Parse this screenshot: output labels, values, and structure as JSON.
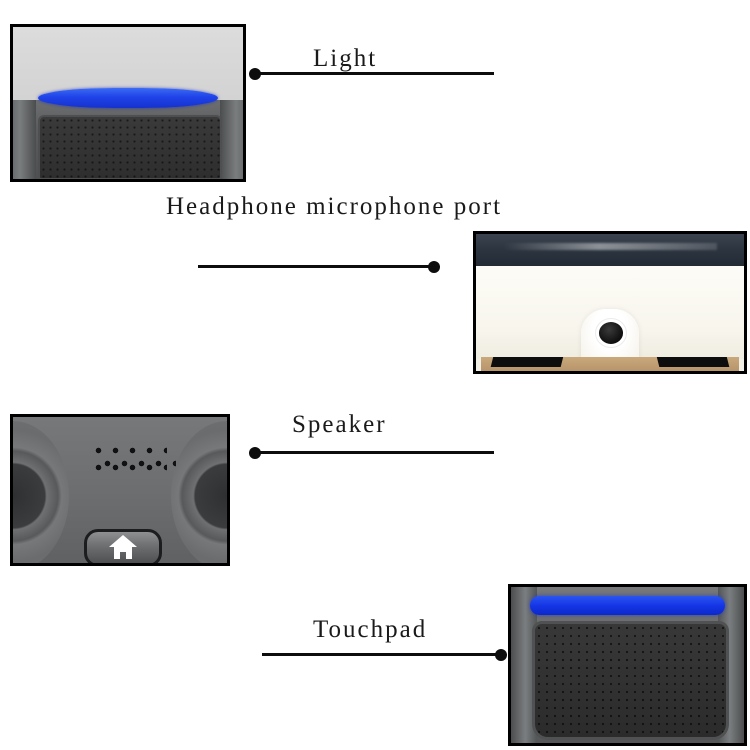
{
  "diagram": {
    "title": "Device feature callouts",
    "background_color": "#ffffff",
    "text_color": "#1a1a1a",
    "line_color": "#0d0d0d",
    "accent_blue": "#1f43e8"
  },
  "callouts": [
    {
      "id": "light",
      "label": "Light",
      "dot_side": "left",
      "panel": "panel-light",
      "panel_caption": "Close-up of device top edge with blue LED light bar"
    },
    {
      "id": "headphone-microphone-port",
      "label": "Headphone microphone port",
      "dot_side": "right",
      "panel": "panel-port",
      "panel_caption": "Close-up of white device side showing round headphone microphone port"
    },
    {
      "id": "speaker",
      "label": "Speaker",
      "dot_side": "left",
      "panel": "panel-speaker",
      "panel_caption": "Close-up of speaker grille dots with home button below"
    },
    {
      "id": "touchpad",
      "label": "Touchpad",
      "dot_side": "right",
      "panel": "panel-touchpad",
      "panel_caption": "Close-up of textured touchpad with blue LED strip above"
    }
  ],
  "icons": {
    "home": "home-icon",
    "port": "circular-port-icon"
  }
}
